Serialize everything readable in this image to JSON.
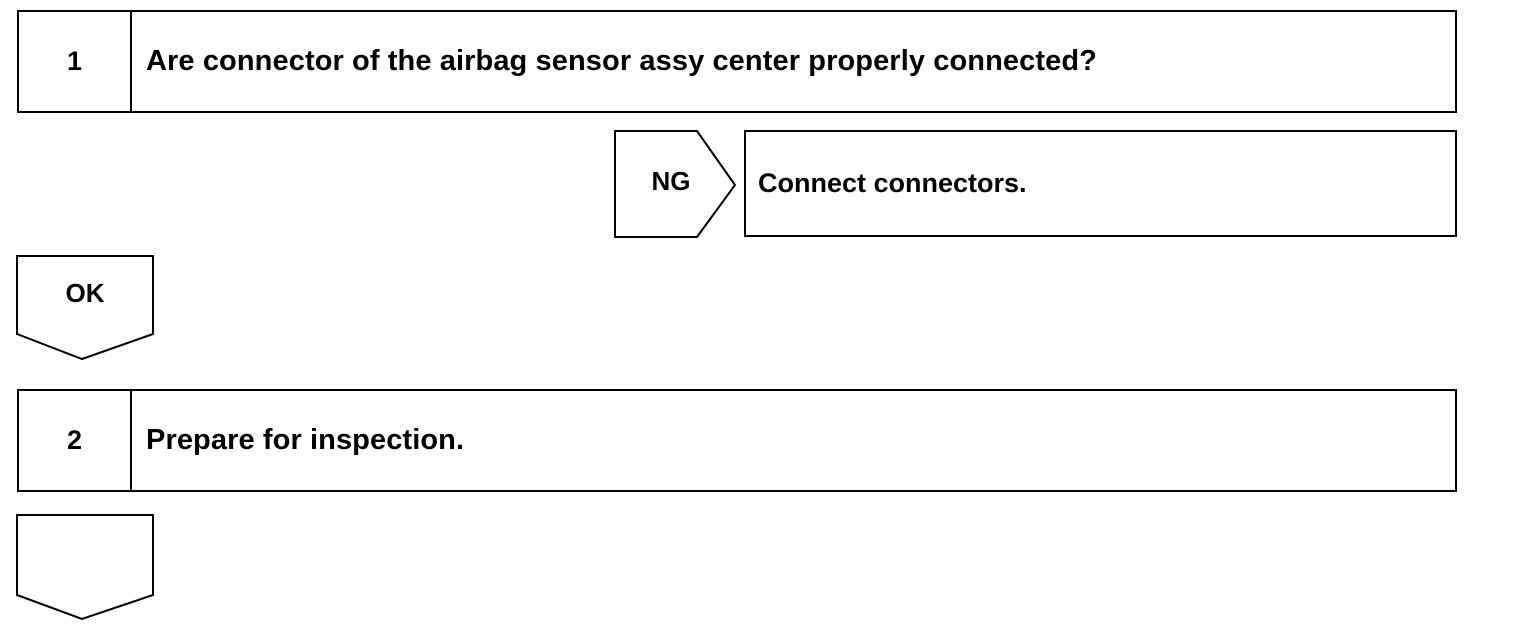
{
  "steps": [
    {
      "number": "1",
      "text": "Are connector of the airbag sensor assy center properly connected?"
    },
    {
      "number": "2",
      "text": "Prepare for inspection."
    }
  ],
  "ng_branch": {
    "label": "NG",
    "action": "Connect connectors."
  },
  "ok_branch": {
    "label": "OK"
  },
  "next_arrow": {
    "label": ""
  }
}
